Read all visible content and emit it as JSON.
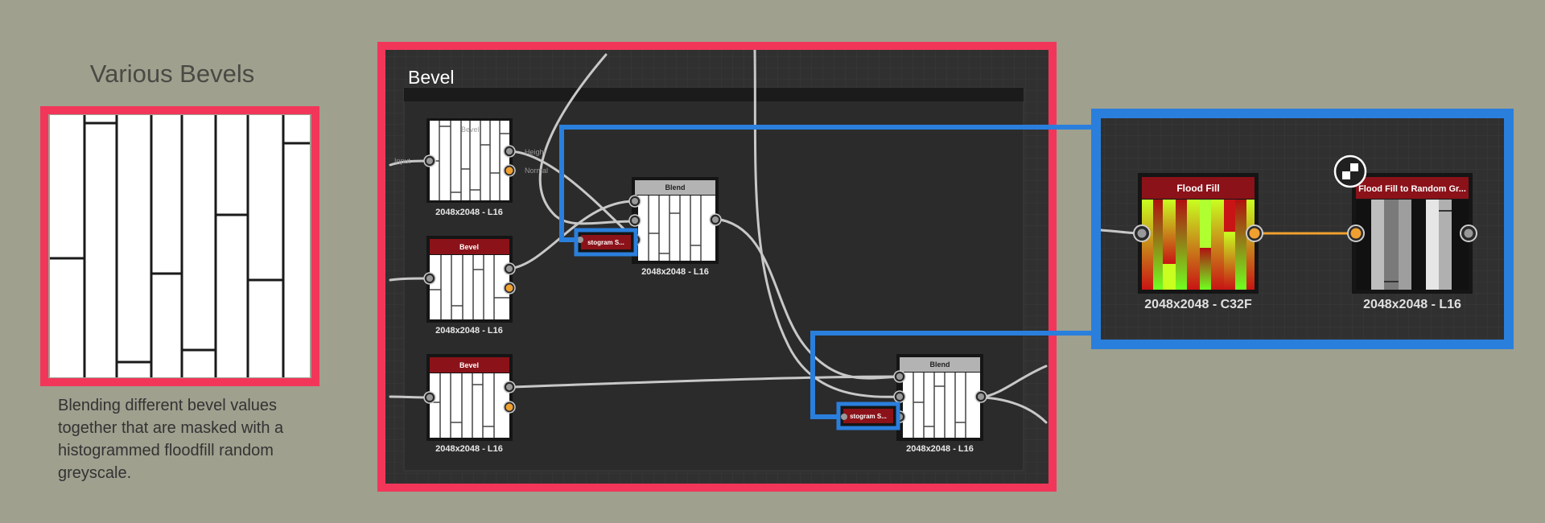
{
  "example": {
    "title": "Various Bevels",
    "caption_lines": [
      "Blending different bevel values",
      "together that are masked with a",
      "histogrammed floodfill random",
      "greyscale."
    ]
  },
  "frame": {
    "title": "Bevel"
  },
  "nodes": {
    "bevel1": {
      "title": "Bevel",
      "resolution": "2048x2048 - L16",
      "input_label": "Input",
      "output_labels": [
        "Height",
        "Normal"
      ]
    },
    "bevel2": {
      "title": "Bevel",
      "resolution": "2048x2048 - L16"
    },
    "bevel3": {
      "title": "Bevel",
      "resolution": "2048x2048 - L16"
    },
    "blend1": {
      "title": "Blend",
      "resolution": "2048x2048 - L16"
    },
    "blend2": {
      "title": "Blend",
      "resolution": "2048x2048 - L16"
    },
    "histo1": {
      "title": "stogram S..."
    },
    "histo2": {
      "title": "stogram S..."
    },
    "flood_fill": {
      "title": "Flood Fill",
      "resolution": "2048x2048 - C32F"
    },
    "flood_random": {
      "title": "Flood Fill to Random Gr...",
      "resolution": "2048x2048 - L16"
    }
  },
  "colors": {
    "background": "#9fa08e",
    "highlight_red": "#f2365a",
    "highlight_blue": "#2a7fdc",
    "graph_bg": "#303030",
    "node_title_red": "#8b1219",
    "node_title_grey": "#b3b3b3",
    "pin_grey": "#9a9a9a",
    "pin_orange": "#f0a030",
    "wire": "#c8c8c8",
    "wire_orange": "#f0a030"
  }
}
